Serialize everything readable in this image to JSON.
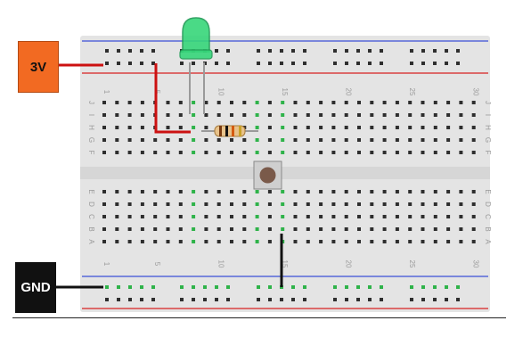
{
  "power_supply": {
    "label": "3V",
    "color": "#f26a22"
  },
  "ground": {
    "label": "GND",
    "color": "#111111"
  },
  "colors": {
    "board": "#e4e4e4",
    "hole": "#2e2e2e",
    "hole_connected": "#2fb34a",
    "rail_positive": "#d62020",
    "rail_negative": "#3a4fd8",
    "wire_power": "#cc1111",
    "wire_ground": "#111111",
    "led": "#37d67a",
    "button_body": "#cfcfcf",
    "button_cap": "#7a5a4a"
  },
  "breadboard": {
    "column_numbers": [
      "1",
      "5",
      "10",
      "15",
      "20",
      "25",
      "30"
    ],
    "row_letters_top": [
      "J",
      "I",
      "H",
      "G",
      "F"
    ],
    "row_letters_bottom": [
      "E",
      "D",
      "C",
      "B",
      "A"
    ]
  },
  "components": [
    "led-icon",
    "resistor-icon",
    "push-button-icon"
  ]
}
